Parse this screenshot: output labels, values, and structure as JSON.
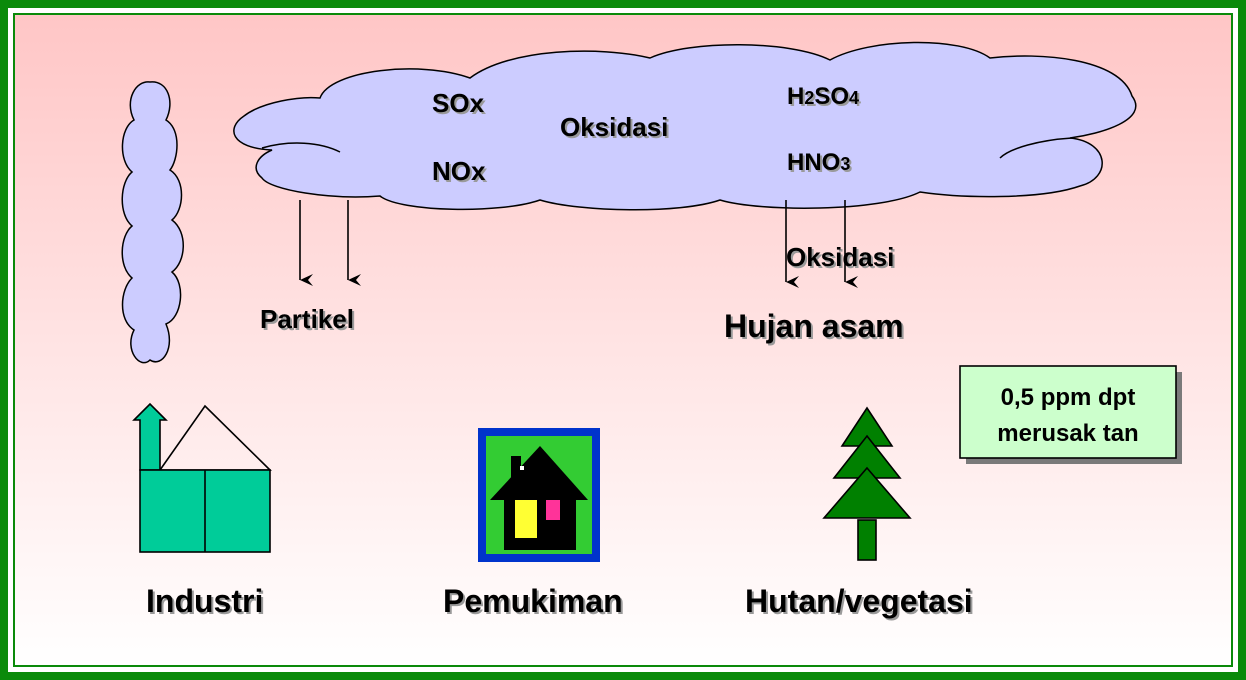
{
  "cloud": {
    "sox": "SOx",
    "nox": "NOx",
    "oksidasi": "Oksidasi",
    "h2so4": {
      "pre": "H",
      "sub1": "2",
      "mid": "SO",
      "sub2": "4"
    },
    "hno3": {
      "pre": "HNO",
      "sub": "3"
    }
  },
  "labels": {
    "partikel": "Partikel",
    "oksidasi2": "Oksidasi",
    "hujan_asam": "Hujan asam",
    "industri": "Industri",
    "pemukiman": "Pemukiman",
    "hutan": "Hutan/vegetasi"
  },
  "note": {
    "line1": "0,5 ppm dpt",
    "line2": "merusak tan"
  },
  "colors": {
    "frame_outer": "#0a8a0a",
    "bg_top": "#ffc8c8",
    "bg_bottom": "#ffffff",
    "cloud_fill": "#ccccff",
    "industry_fill": "#00cc99",
    "tree_fill": "#008000",
    "house_frame": "#0033cc",
    "house_bg": "#33cc33",
    "note_fill": "#ccffcc"
  }
}
